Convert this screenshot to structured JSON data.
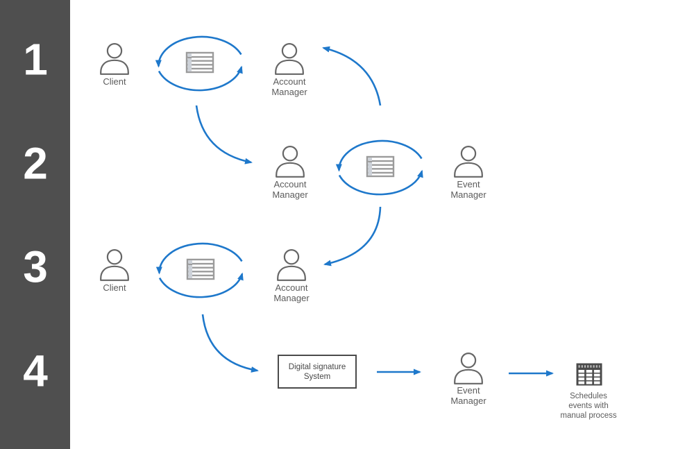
{
  "colors": {
    "arrow_blue": "#1e78cb",
    "sidebar_gray": "#4f4f4f",
    "label_gray": "#5b5b5b",
    "person_gray": "#666666",
    "doc_gray": "#9b9b9b"
  },
  "sidebar": {
    "steps": [
      "1",
      "2",
      "3",
      "4"
    ]
  },
  "step1": {
    "client": {
      "label": "Client"
    },
    "account_manager": {
      "lines": [
        "Account",
        "Manager"
      ]
    }
  },
  "step2": {
    "account_manager": {
      "lines": [
        "Account",
        "Manager"
      ]
    },
    "event_manager": {
      "lines": [
        "Event",
        "Manager"
      ]
    }
  },
  "step3": {
    "client": {
      "label": "Client"
    },
    "account_manager": {
      "lines": [
        "Account",
        "Manager"
      ]
    }
  },
  "step4": {
    "signature_box": {
      "lines": [
        "Digital signature",
        "System"
      ]
    },
    "event_manager": {
      "lines": [
        "Event",
        "Manager"
      ]
    },
    "schedule_table": {
      "caption_lines": [
        "Schedules",
        "events with",
        "manual process"
      ]
    }
  },
  "icons": {
    "person": "person-icon",
    "document_exchange": "document-cycle-icon",
    "schedule_table": "schedule-table-icon"
  }
}
